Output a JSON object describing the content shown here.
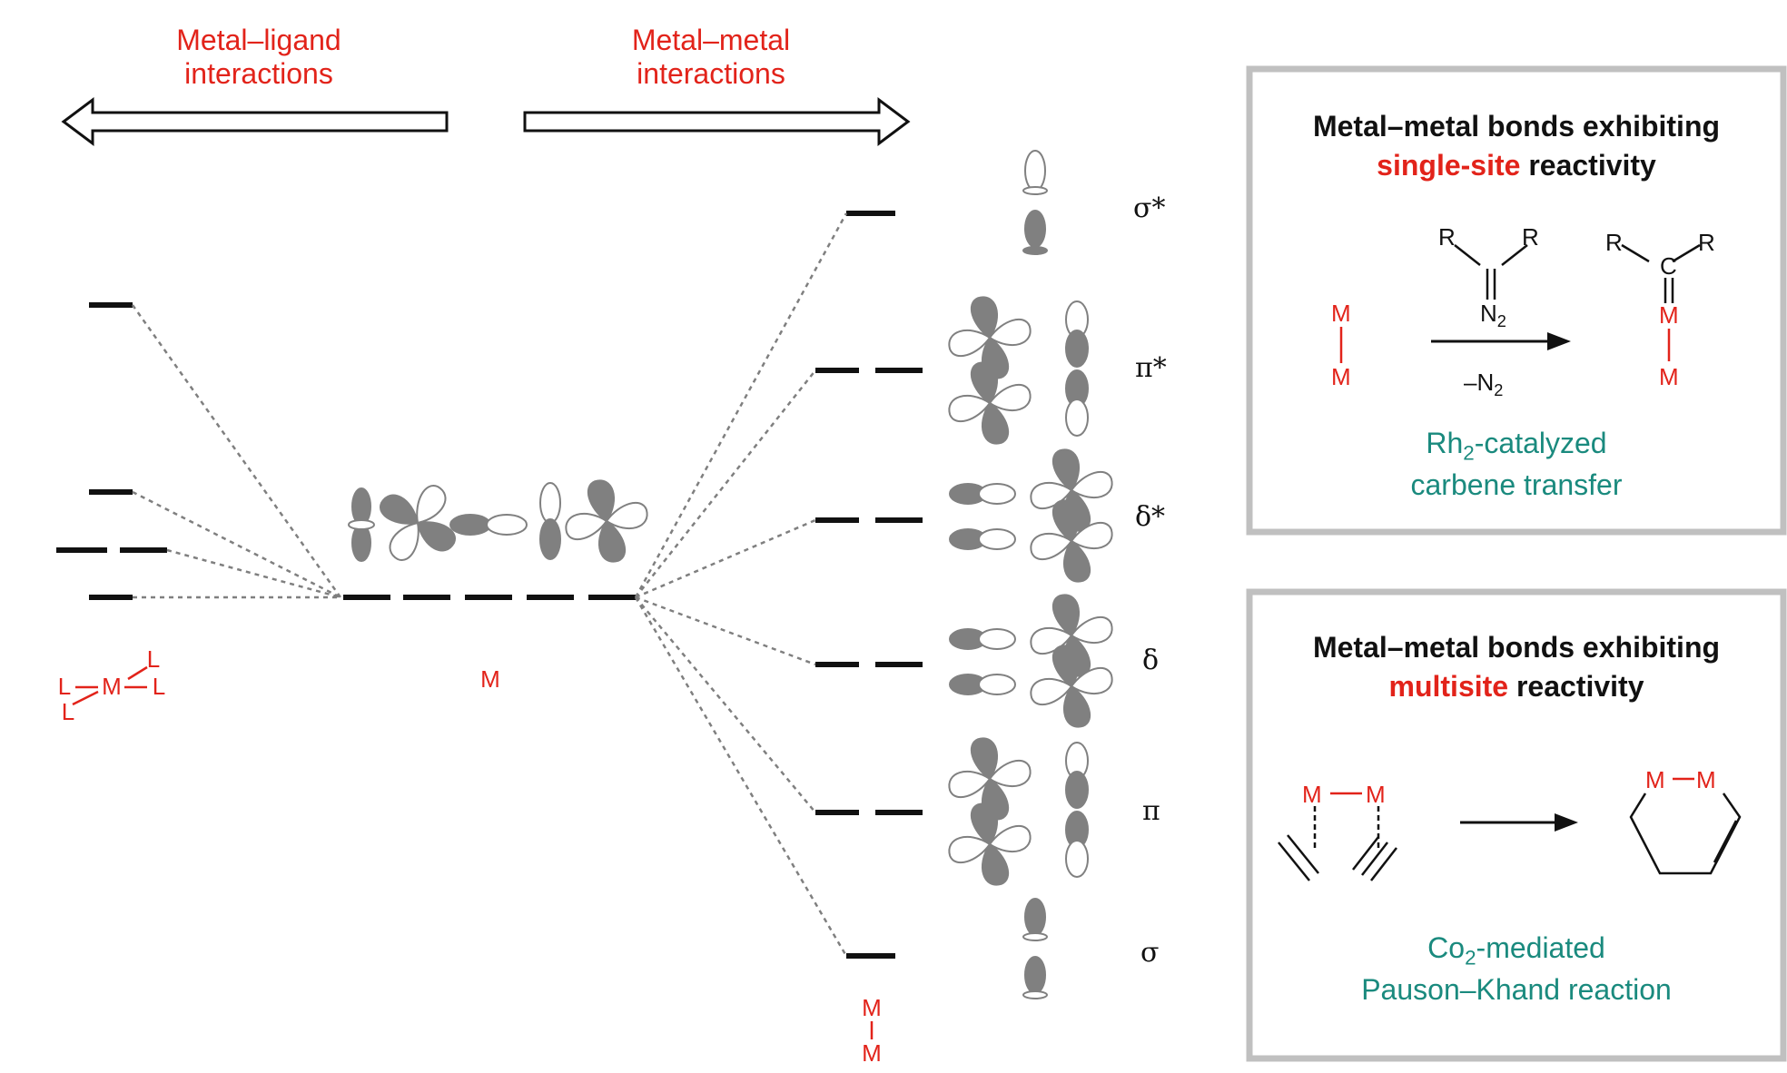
{
  "arrows": {
    "metal_ligand": {
      "line1": "Metal–ligand",
      "line2": "interactions"
    },
    "metal_metal": {
      "line1": "Metal–metal",
      "line2": "interactions"
    }
  },
  "center_label": "M",
  "ligand_complex": {
    "metal": "M",
    "ligand": "L"
  },
  "dimer_label": {
    "top": "M",
    "bottom": "M"
  },
  "mo_levels": [
    {
      "symbol": "σ*"
    },
    {
      "symbol": "π*"
    },
    {
      "symbol": "δ*"
    },
    {
      "symbol": "δ"
    },
    {
      "symbol": "π"
    },
    {
      "symbol": "σ"
    }
  ],
  "box1": {
    "title_line1": "Metal–metal bonds exhibiting",
    "title_red": "single-site",
    "title_tail": " reactivity",
    "reagent": {
      "R": "R",
      "N2": "N",
      "N2_sub": "2"
    },
    "condition": {
      "minus": "–N",
      "sub": "2"
    },
    "start": {
      "top": "M",
      "bottom": "M"
    },
    "product": {
      "C": "C",
      "R": "R",
      "M": "M"
    },
    "caption_pre": "Rh",
    "caption_sub": "2",
    "caption_post": "-catalyzed",
    "caption_line2": "carbene transfer"
  },
  "box2": {
    "title_line1": "Metal–metal bonds exhibiting",
    "title_red": "multisite",
    "title_tail": " reactivity",
    "start_M": "M",
    "product_M": "M",
    "caption_pre": "Co",
    "caption_sub": "2",
    "caption_post": "-mediated",
    "caption_line2": "Pauson–Khand reaction"
  },
  "colors": {
    "red": "#e2231a",
    "teal": "#1a8a7e",
    "orbital": "#808080",
    "box": "#c0c0c0"
  }
}
